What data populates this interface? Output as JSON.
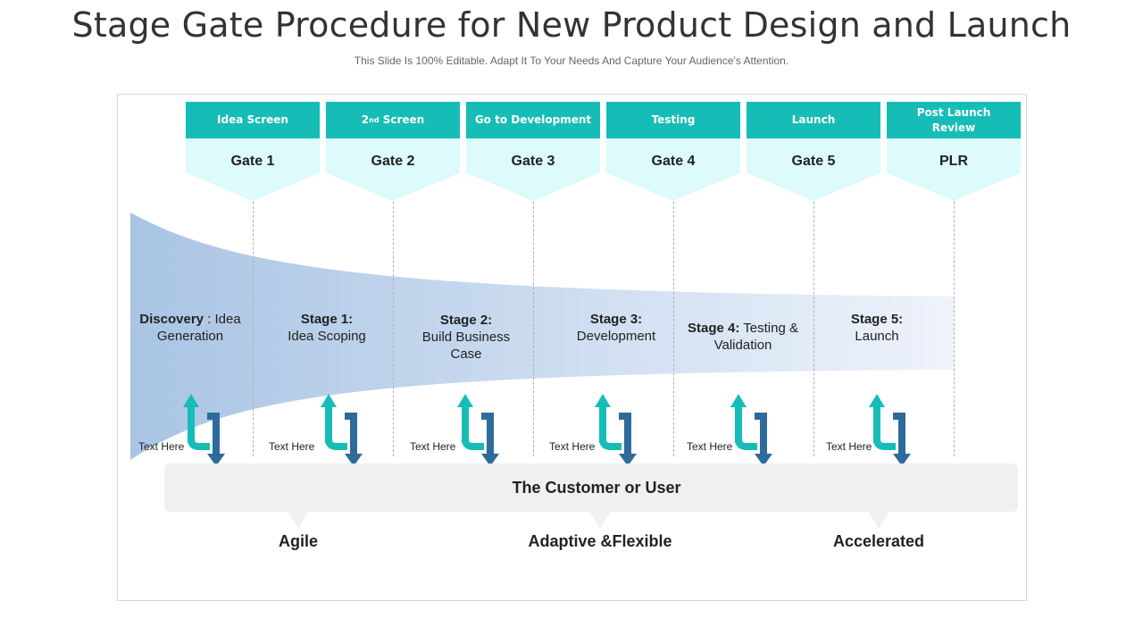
{
  "title": "Stage Gate Procedure for New Product Design and Launch",
  "subtitle": "This Slide Is 100% Editable. Adapt It To Your Needs And Capture Your Audience's Attention.",
  "gates": [
    {
      "header": "Idea Screen",
      "name": "Gate 1"
    },
    {
      "header_main": "2",
      "header_sup": "nd",
      "header_rest": " Screen",
      "name": "Gate 2"
    },
    {
      "header": "Go to Development",
      "name": "Gate 3"
    },
    {
      "header": "Testing",
      "name": "Gate 4"
    },
    {
      "header": "Launch",
      "name": "Gate 5"
    },
    {
      "header": "Post Launch Review",
      "name": "PLR"
    }
  ],
  "stages": [
    {
      "bold": "Discovery",
      "rest": " : Idea Generation"
    },
    {
      "bold": "Stage 1:",
      "rest": "Idea Scoping"
    },
    {
      "bold": "Stage 2:",
      "rest": "Build Business Case"
    },
    {
      "bold": "Stage 3:",
      "rest": "Development"
    },
    {
      "bold": "Stage 4:",
      "rest": " Testing & Validation"
    },
    {
      "bold": "Stage 5:",
      "rest": "Launch"
    }
  ],
  "text_here": [
    "Text Here",
    "Text Here",
    "Text Here",
    "Text Here",
    "Text Here",
    "Text Here"
  ],
  "customer_label": "The Customer or User",
  "bottom_labels": [
    "Agile",
    "Adaptive &Flexible",
    "Accelerated"
  ],
  "colors": {
    "teal": "#16bdb6",
    "light_teal": "#dcfbfa",
    "dark_blue": "#2e6b9a",
    "funnel_start": "#a9c4e4",
    "funnel_end": "#eaf1fa"
  }
}
